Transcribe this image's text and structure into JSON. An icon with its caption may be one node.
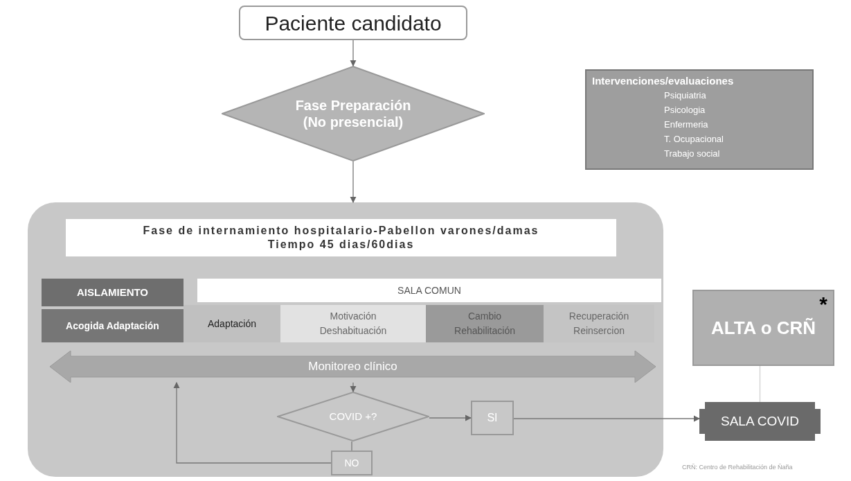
{
  "diagram": {
    "nodes": [
      {
        "text": [
          "Paciente candidato"
        ]
      },
      {
        "text": [
          "Fase Preparación (No presencial)"
        ]
      },
      {
        "text": [
          "Intervenciones/evaluaciones",
          "Psiquiatria",
          "Psicologia",
          "Enfermeria",
          "T. Ocupacional",
          "Trabajo social"
        ]
      },
      {
        "text": [],
        "shape": "box"
      },
      {
        "text": [
          "Fase de internamiento hospitalario-Pabellon varones/damas",
          "Tiempo 45 dias/60dias"
        ],
        "in": 3
      },
      {
        "text": [
          "AISLAMIENTO"
        ],
        "in": 3
      },
      {
        "text": [
          "Acogida Adaptación"
        ],
        "in": 3
      },
      {
        "text": [
          "SALA COMUN"
        ],
        "in": 3
      },
      {
        "text": [
          "Adaptación"
        ],
        "in": 3
      },
      {
        "text": [
          "Motivación Deshabituación"
        ],
        "in": 3
      },
      {
        "text": [
          "Cambio Rehabilitación"
        ],
        "in": 3
      },
      {
        "text": [
          "Recuperación Reinsercion"
        ],
        "in": 3
      },
      {
        "text": [
          "Monitoreo clínico"
        ],
        "in": 3
      },
      {
        "text": [
          "COVID +?"
        ],
        "in": 3
      },
      {
        "text": [
          "SI"
        ],
        "in": 3
      },
      {
        "text": [
          "NO"
        ],
        "in": 3
      },
      {
        "text": [
          "ALTA o CRÑ",
          "*"
        ]
      },
      {
        "text": [
          "SALA COVID"
        ]
      }
    ],
    "edges": [
      {
        "from": 0,
        "to": 1,
        "arrow": "to"
      },
      {
        "from": 1,
        "to": 3,
        "arrow": "to"
      },
      {
        "from": 12,
        "to": 13,
        "arrow": "to"
      },
      {
        "from": 13,
        "to": 14,
        "arrow": "to"
      },
      {
        "from": 14,
        "to": 17,
        "arrow": "to"
      },
      {
        "from": 13,
        "to": 15,
        "arrow": "none"
      },
      {
        "from": 15,
        "to": 12,
        "arrow": "to"
      },
      {
        "from": 16,
        "to": 17,
        "arrow": "none",
        "color": "#d0d0d0"
      }
    ],
    "labels": [
      "CRÑ: Centro de Rehabilitación de Ñaña"
    ]
  }
}
